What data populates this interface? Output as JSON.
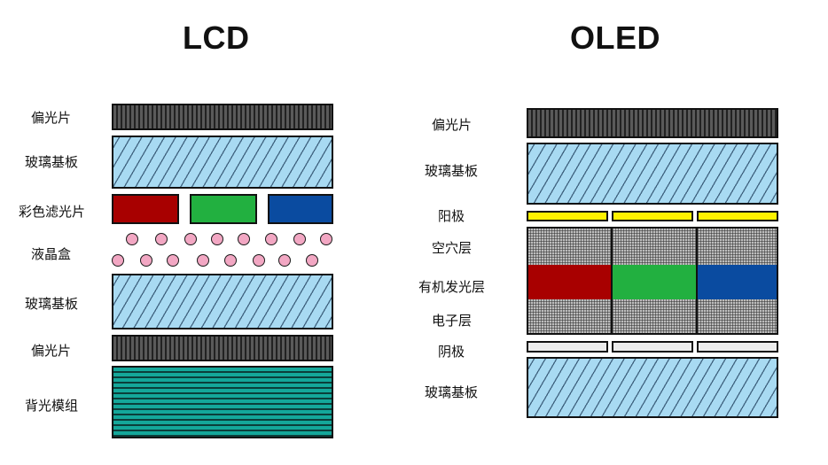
{
  "lcd": {
    "title": "LCD",
    "labels": {
      "polarizer_top": "偏光片",
      "glass_top": "玻璃基板",
      "color_filter": "彩色滤光片",
      "liquid_crystal": "液晶盒",
      "glass_bottom": "玻璃基板",
      "polarizer_bottom": "偏光片",
      "backlight": "背光模组"
    }
  },
  "oled": {
    "title": "OLED",
    "labels": {
      "polarizer": "偏光片",
      "glass_top": "玻璃基板",
      "anode": "阳极",
      "hole_layer": "空穴层",
      "emissive_layer": "有机发光层",
      "electron_layer": "电子层",
      "cathode": "阴极",
      "glass_bottom": "玻璃基板"
    }
  },
  "colors": {
    "red": "#a80000",
    "green": "#22b040",
    "blue": "#0a4ba0",
    "anode_yellow": "#fff200",
    "glass_blue": "#a8daf2",
    "backlight_teal": "#14a79a",
    "liquid_crystal_pink": "#f2a7c3"
  }
}
